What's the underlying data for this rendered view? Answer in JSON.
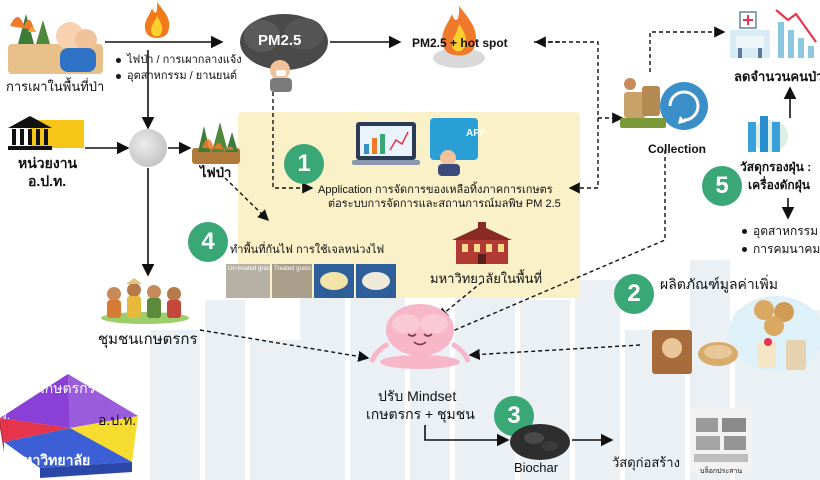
{
  "left": {
    "forest_burning_label": "การเผาในพื้นที่ป่า",
    "agency_label": "หน่วยงาน",
    "agency_sub": "อ.ป.ท.",
    "wildfire_label": "ไฟป่า",
    "farmer_community_label": "ชุมชนเกษตรกร"
  },
  "sources": {
    "items": [
      "ไฟป่า / การเผากลางแจ้ง",
      "อุตสาหกรรม / ยานยนต์"
    ]
  },
  "top": {
    "pm_badge": "PM2.5",
    "hotspot_label": "PM2.5 +  hot spot",
    "reduce_patients_label": "ลดจำนวนคนป่วย",
    "collection_label": "Collection"
  },
  "center": {
    "app_badge": "APP",
    "application_line1": "Application การจัดการของเหลือทิ้งภาคการเกษตร",
    "application_line2": "ต่อระบบการจัดการและสถานการณ์มลพิษ PM 2.5",
    "firebreak_label": "ทำพื้นที่กันไฟ  การใช้เจลหน่วงไฟ",
    "university_label": "มหาวิทยาลัยในพื้นที่",
    "product_tags": [
      "Un-treated grass",
      "Treated grass"
    ]
  },
  "right": {
    "dust_filter_line1": "วัสดุกรองฝุ่น  :",
    "dust_filter_line2": "เครื่องดักฝุ่น",
    "outputs": [
      "อุตสาหกรรม",
      "การคมนาคม"
    ],
    "value_added_label": "ผลิตภัณฑ์มูลค่าเพิ่ม"
  },
  "bottom": {
    "mindset_line1": "ปรับ Mindset",
    "mindset_line2": "เกษตรกร + ชุมชน",
    "biochar_label": "Biochar",
    "construction_label": "วัสดุก่อสร้าง",
    "brick_caption": "บล็อกประสาน"
  },
  "pie": {
    "segments": [
      "ชุมชน /",
      "เกษตรกร",
      "อ.ป.ท.",
      "มหาวิทยาลัย",
      "ว."
    ]
  },
  "steps": [
    "1",
    "2",
    "3",
    "4",
    "5"
  ],
  "colors": {
    "step_green": "#3aa776",
    "panel_yellow": "#fbf1c8",
    "pie_red": "#e5344b",
    "pie_yellow": "#f6dc2f",
    "pie_blue": "#3c5fd6",
    "pie_purple": "#8a3fd6",
    "pie_violet": "#7a4be0"
  }
}
